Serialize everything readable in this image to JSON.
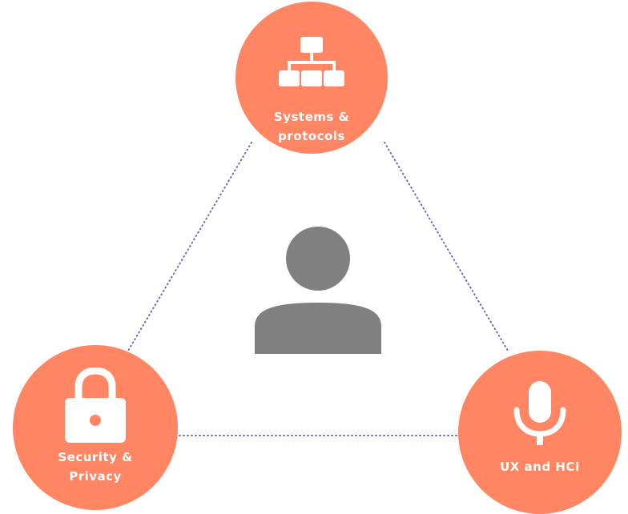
{
  "colors": {
    "node_fill": "#ff8563",
    "node_text": "#ffffff",
    "person_fill": "#808080",
    "connector": "#6b6fb8"
  },
  "center": {
    "icon": "person-icon"
  },
  "nodes": {
    "top": {
      "label": "Systems &\nprotocols",
      "icon": "hierarchy-icon"
    },
    "left": {
      "label": "Security &\nPrivacy",
      "icon": "lock-icon"
    },
    "right": {
      "label": "UX and HCI",
      "icon": "microphone-icon"
    }
  },
  "connectors": [
    "dotted-line-top-left",
    "dotted-line-top-right",
    "dotted-line-left-right"
  ]
}
